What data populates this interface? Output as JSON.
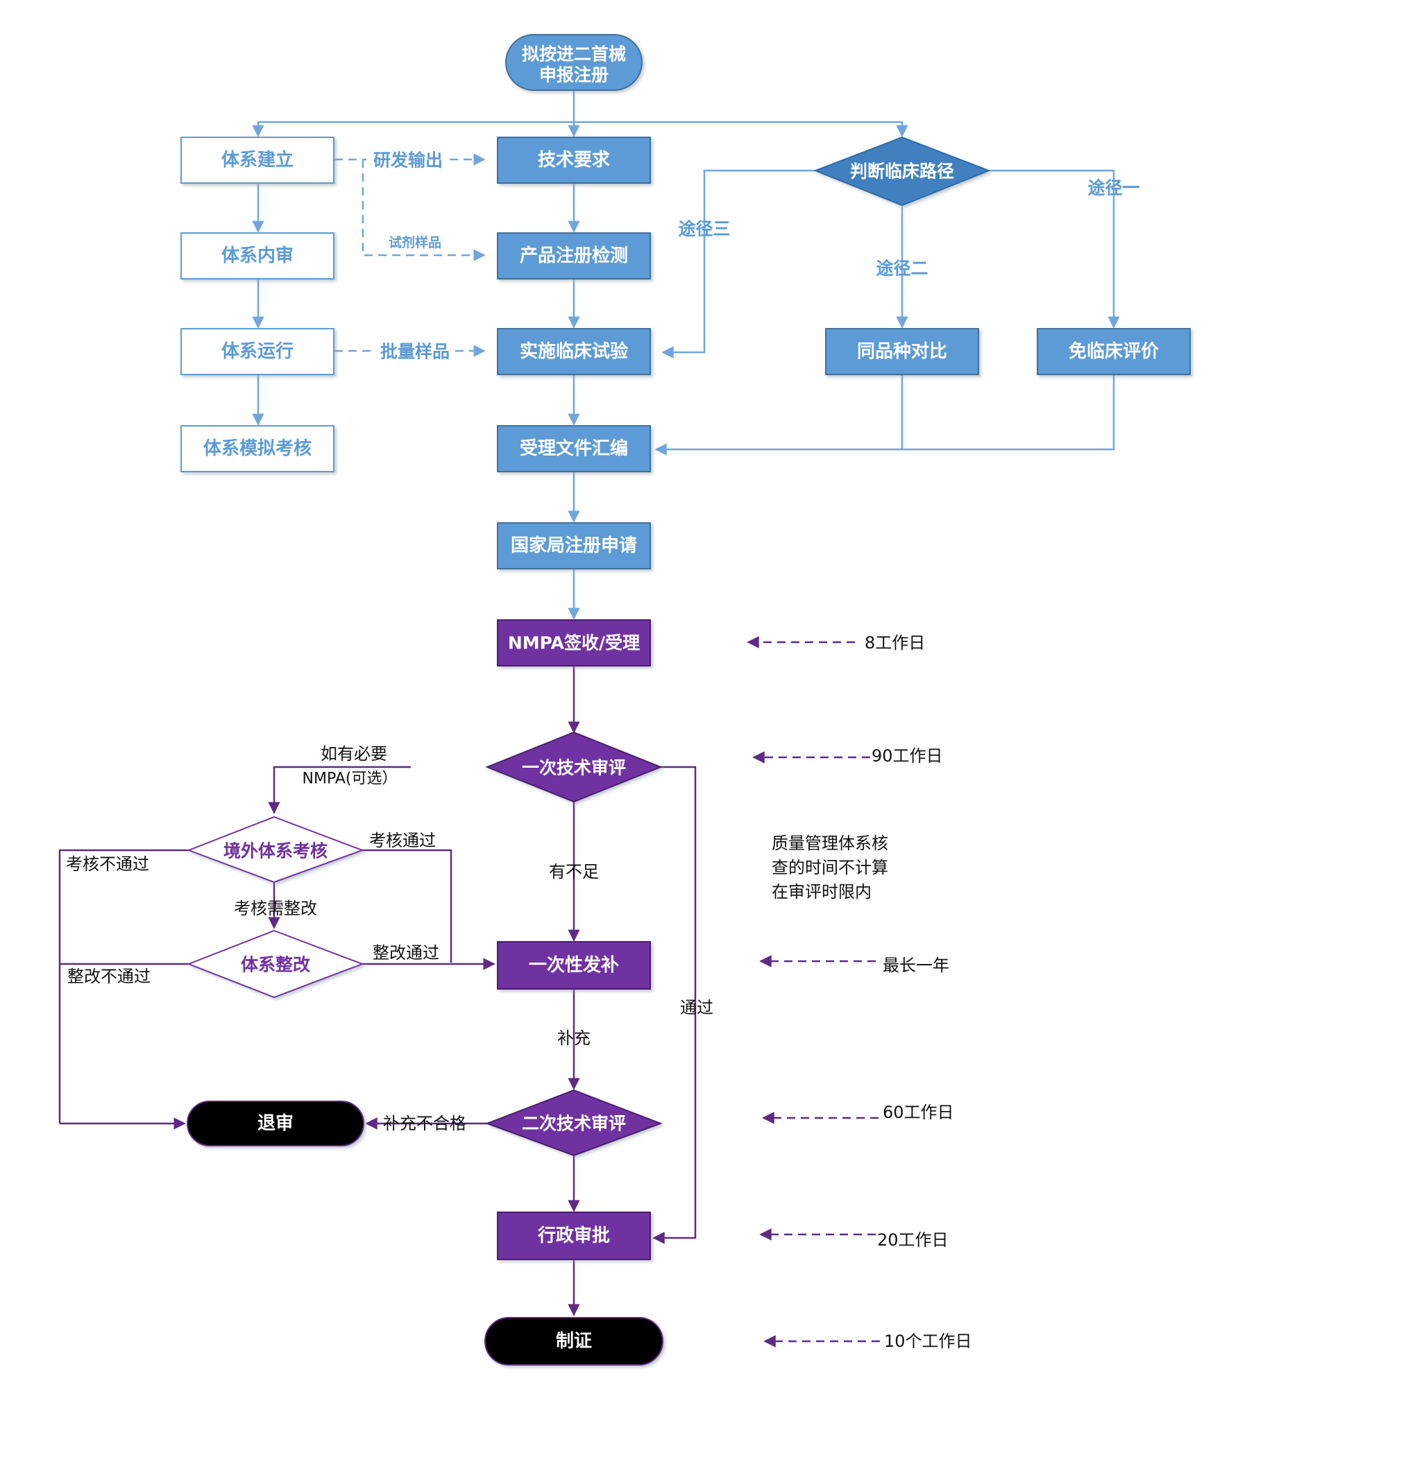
{
  "colors": {
    "blue_fill": "#5B9BD5",
    "blue_dark": "#3F80BF",
    "blue_line": "#6FA6DC",
    "blue_text_light": "#5B9BD5",
    "purple_fill": "#7030A0",
    "purple_line": "#5E2A84",
    "purple_text": "#7030A0",
    "black_fill": "#000000",
    "white": "#FFFFFF",
    "label_text": "#111111"
  },
  "nodes": {
    "start": "拟按进二首械\n申报注册",
    "sys_setup": "体系建立",
    "sys_audit": "体系内审",
    "sys_run": "体系运行",
    "sys_mock": "体系模拟考核",
    "tech_req": "技术要求",
    "product_test": "产品注册检测",
    "clinical_trial": "实施临床试验",
    "judge_path": "判断临床路径",
    "same_compare": "同品种对比",
    "exempt_eval": "免临床评价",
    "doc_compile": "受理文件汇编",
    "nmpa_apply": "国家局注册申请",
    "nmpa_accept": "NMPA签收/受理",
    "first_review": "一次技术审评",
    "overseas_audit": "境外体系考核",
    "sys_rectify": "体系整改",
    "one_supplement": "一次性发补",
    "second_review": "二次技术审评",
    "withdraw": "退审",
    "admin_approval": "行政审批",
    "certificate": "制证"
  },
  "edge_labels": {
    "rd_output": "研发输出",
    "reagent_sample": "试剂样品",
    "batch_sample": "批量样品",
    "path_three": "途径三",
    "path_two": "途径二",
    "path_one": "途径一",
    "if_needed": "如有必要\nNMPA(可选）",
    "audit_pass": "考核通过",
    "audit_fail": "考核不通过",
    "audit_need_rectify": "考核需整改",
    "rectify_pass": "整改通过",
    "rectify_fail": "整改不通过",
    "has_deficiency": "有不足",
    "supplement": "补充",
    "supplement_fail": "补充不合格",
    "passed": "通过"
  },
  "timeline": {
    "t1": "8工作日",
    "t2": "90工作日",
    "t3": "最长一年",
    "t4": "60工作日",
    "t5": "20工作日",
    "t6": "10个工作日"
  },
  "note": "质量管理体系核\n查的时间不计算\n在审评时限内"
}
